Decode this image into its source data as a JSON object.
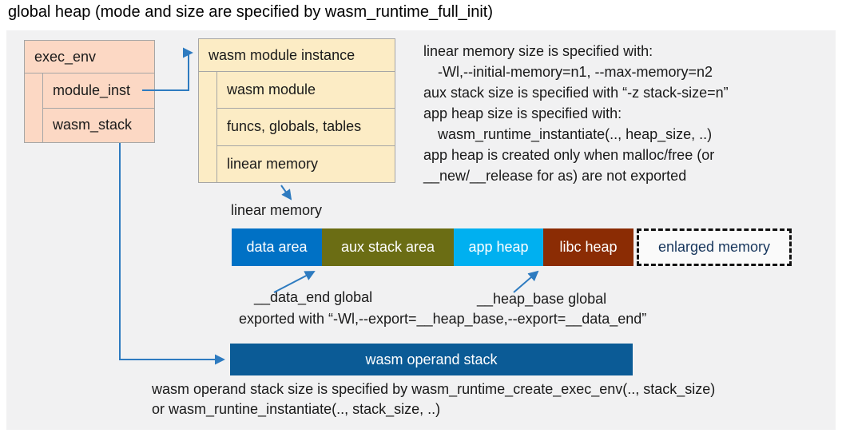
{
  "title": "global heap (mode and size are specified by wasm_runtime_full_init)",
  "colors": {
    "panel_bg": "#f1f1f2",
    "exec_env_fill": "#fcd8c4",
    "module_instance_fill": "#fcecc5",
    "box_border": "#a6a6a6",
    "connector_blue": "#2e7bc0",
    "operand_stack_fill": "#0b5b96"
  },
  "exec_env": {
    "header": "exec_env",
    "rows": [
      "module_inst",
      "wasm_stack"
    ]
  },
  "module_instance": {
    "header": "wasm module instance",
    "rows": [
      "wasm module",
      "funcs, globals, tables",
      "linear memory"
    ]
  },
  "notes": {
    "lines": [
      "linear memory size is specified with:",
      "-Wl,--initial-memory=n1, --max-memory=n2",
      "aux stack size is specified with “-z stack-size=n”",
      "app heap size is specified with:",
      "wasm_runtime_instantiate(.., heap_size, ..)",
      "app heap is created only when malloc/free (or",
      "__new/__release for as) are not exported"
    ]
  },
  "linear_memory": {
    "label": "linear memory",
    "segments": [
      {
        "label": "data area",
        "color": "#0071c5"
      },
      {
        "label": "aux stack area",
        "color": "#6b6d14"
      },
      {
        "label": "app heap",
        "color": "#00b0f0"
      },
      {
        "label": "libc heap",
        "color": "#8b2c04"
      },
      {
        "label": "enlarged memory",
        "color": "#fafafa"
      }
    ],
    "data_end_label": "__data_end global",
    "heap_base_label": "__heap_base global",
    "export_note": "exported with “-Wl,--export=__heap_base,--export=__data_end”"
  },
  "operand_stack": {
    "label": "wasm operand stack",
    "note_line1": "wasm operand stack size is specified by wasm_runtime_create_exec_env(.., stack_size)",
    "note_line2": "or wasm_runtine_instantiate(.., stack_size, ..)"
  }
}
